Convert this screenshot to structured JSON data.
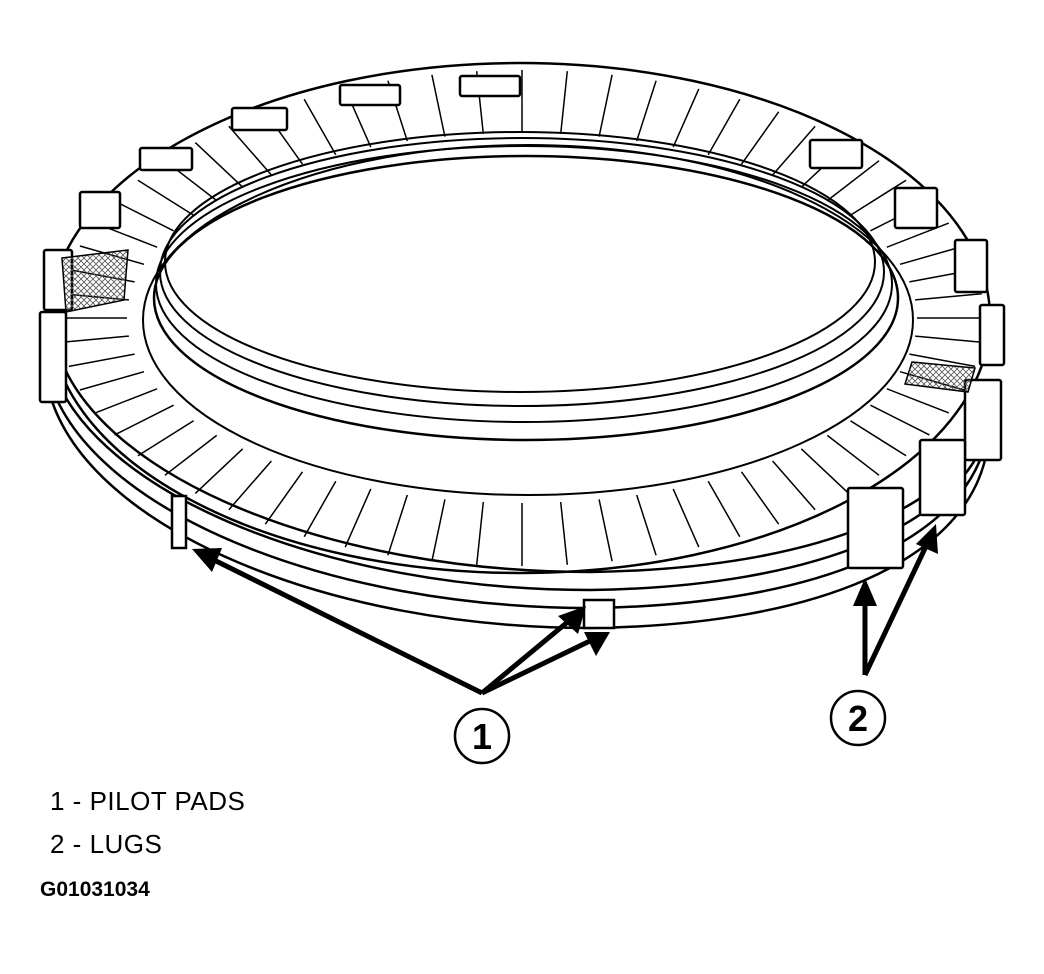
{
  "callouts": [
    {
      "number": "1"
    },
    {
      "number": "2"
    }
  ],
  "legend": [
    {
      "number": "1",
      "separator": "-",
      "label": "PILOT PADS",
      "text": "1 - PILOT PADS"
    },
    {
      "number": "2",
      "separator": "-",
      "label": "LUGS",
      "text": "2 - LUGS"
    }
  ],
  "figure_id": "G01031034",
  "colors": {
    "line": "#000000",
    "background": "#ffffff",
    "hatch": "#555555"
  }
}
